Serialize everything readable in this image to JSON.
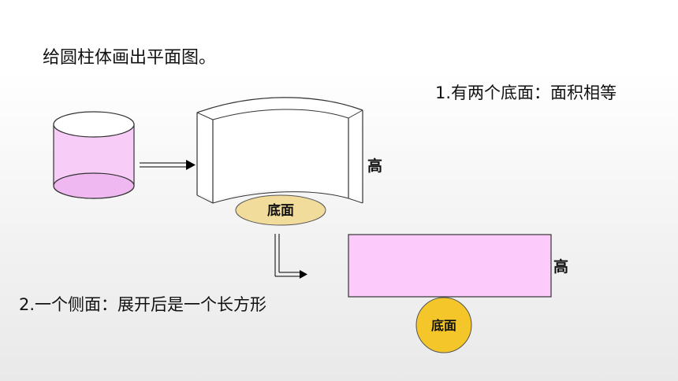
{
  "title": "给圆柱体画出平面图。",
  "point1": "1.有两个底面：面积相等",
  "point2": "2.一个侧面：展开后是一个长方形",
  "labels": {
    "height": "高",
    "base": "底面"
  },
  "colors": {
    "cylinder_fill": "#f7cdf7",
    "base_ellipse_fill": "#f2dc9b",
    "base_circle_fill": "#f4c62a",
    "rectangle_fill": "#fccbfc",
    "stroke": "#333333"
  }
}
